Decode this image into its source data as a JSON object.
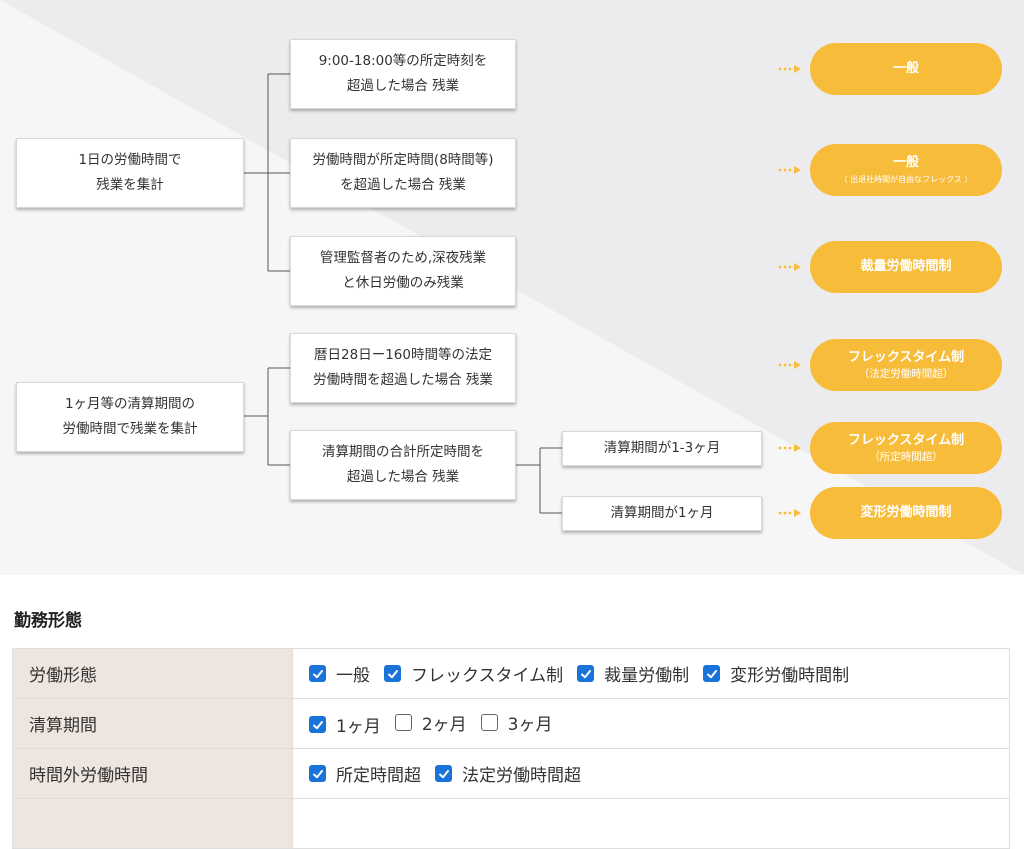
{
  "flow": {
    "sources": [
      {
        "lines": [
          "1日の労働時間で",
          "残業を集計"
        ]
      },
      {
        "lines": [
          "1ヶ月等の清算期間の",
          "労働時間で残業を集計"
        ]
      }
    ],
    "conditions": [
      {
        "lines": [
          "9:00-18:00等の所定時刻を",
          "超過した場合 残業"
        ]
      },
      {
        "lines": [
          "労働時間が所定時間(8時間等)",
          "を超過した場合 残業"
        ]
      },
      {
        "lines": [
          "管理監督者のため,深夜残業",
          "と休日労働のみ残業"
        ]
      },
      {
        "lines": [
          "暦日28日ー160時間等の法定",
          "労働時間を超過した場合 残業"
        ]
      },
      {
        "lines": [
          "清算期間の合計所定時間を",
          "超過した場合 残業"
        ]
      }
    ],
    "subconditions": [
      {
        "text": "清算期間が1-3ヶ月"
      },
      {
        "text": "清算期間が1ヶ月"
      }
    ],
    "results": [
      {
        "title": "一般",
        "sub": ""
      },
      {
        "title": "一般",
        "sub": "（ 出退社時間が自由なフレックス ）"
      },
      {
        "title": "裁量労働時間制",
        "sub": ""
      },
      {
        "title": "フレックスタイム制",
        "sub": "（法定労働時間超）"
      },
      {
        "title": "フレックスタイム制",
        "sub": "（所定時間超）"
      },
      {
        "title": "変形労働時間制",
        "sub": ""
      }
    ],
    "colors": {
      "accent": "#f8bc3b",
      "background": "#f6f6f7",
      "triangle": "#ececee"
    }
  },
  "settings": {
    "title": "勤務形態",
    "rows": [
      {
        "label": "労働形態",
        "options": [
          {
            "label": "一般",
            "checked": true
          },
          {
            "label": "フレックスタイム制",
            "checked": true
          },
          {
            "label": "裁量労働制",
            "checked": true
          },
          {
            "label": "変形労働時間制",
            "checked": true
          }
        ]
      },
      {
        "label": "清算期間",
        "options": [
          {
            "label": "1ヶ月",
            "checked": true
          },
          {
            "label": "2ヶ月",
            "checked": false
          },
          {
            "label": "3ヶ月",
            "checked": false
          }
        ]
      },
      {
        "label": "時間外労働時間",
        "options": [
          {
            "label": "所定時間超",
            "checked": true
          },
          {
            "label": "法定労働時間超",
            "checked": true
          }
        ]
      },
      {
        "label": "",
        "options": []
      }
    ],
    "colors": {
      "label_bg": "#efe5df",
      "checkbox": "#1a73d9"
    }
  }
}
